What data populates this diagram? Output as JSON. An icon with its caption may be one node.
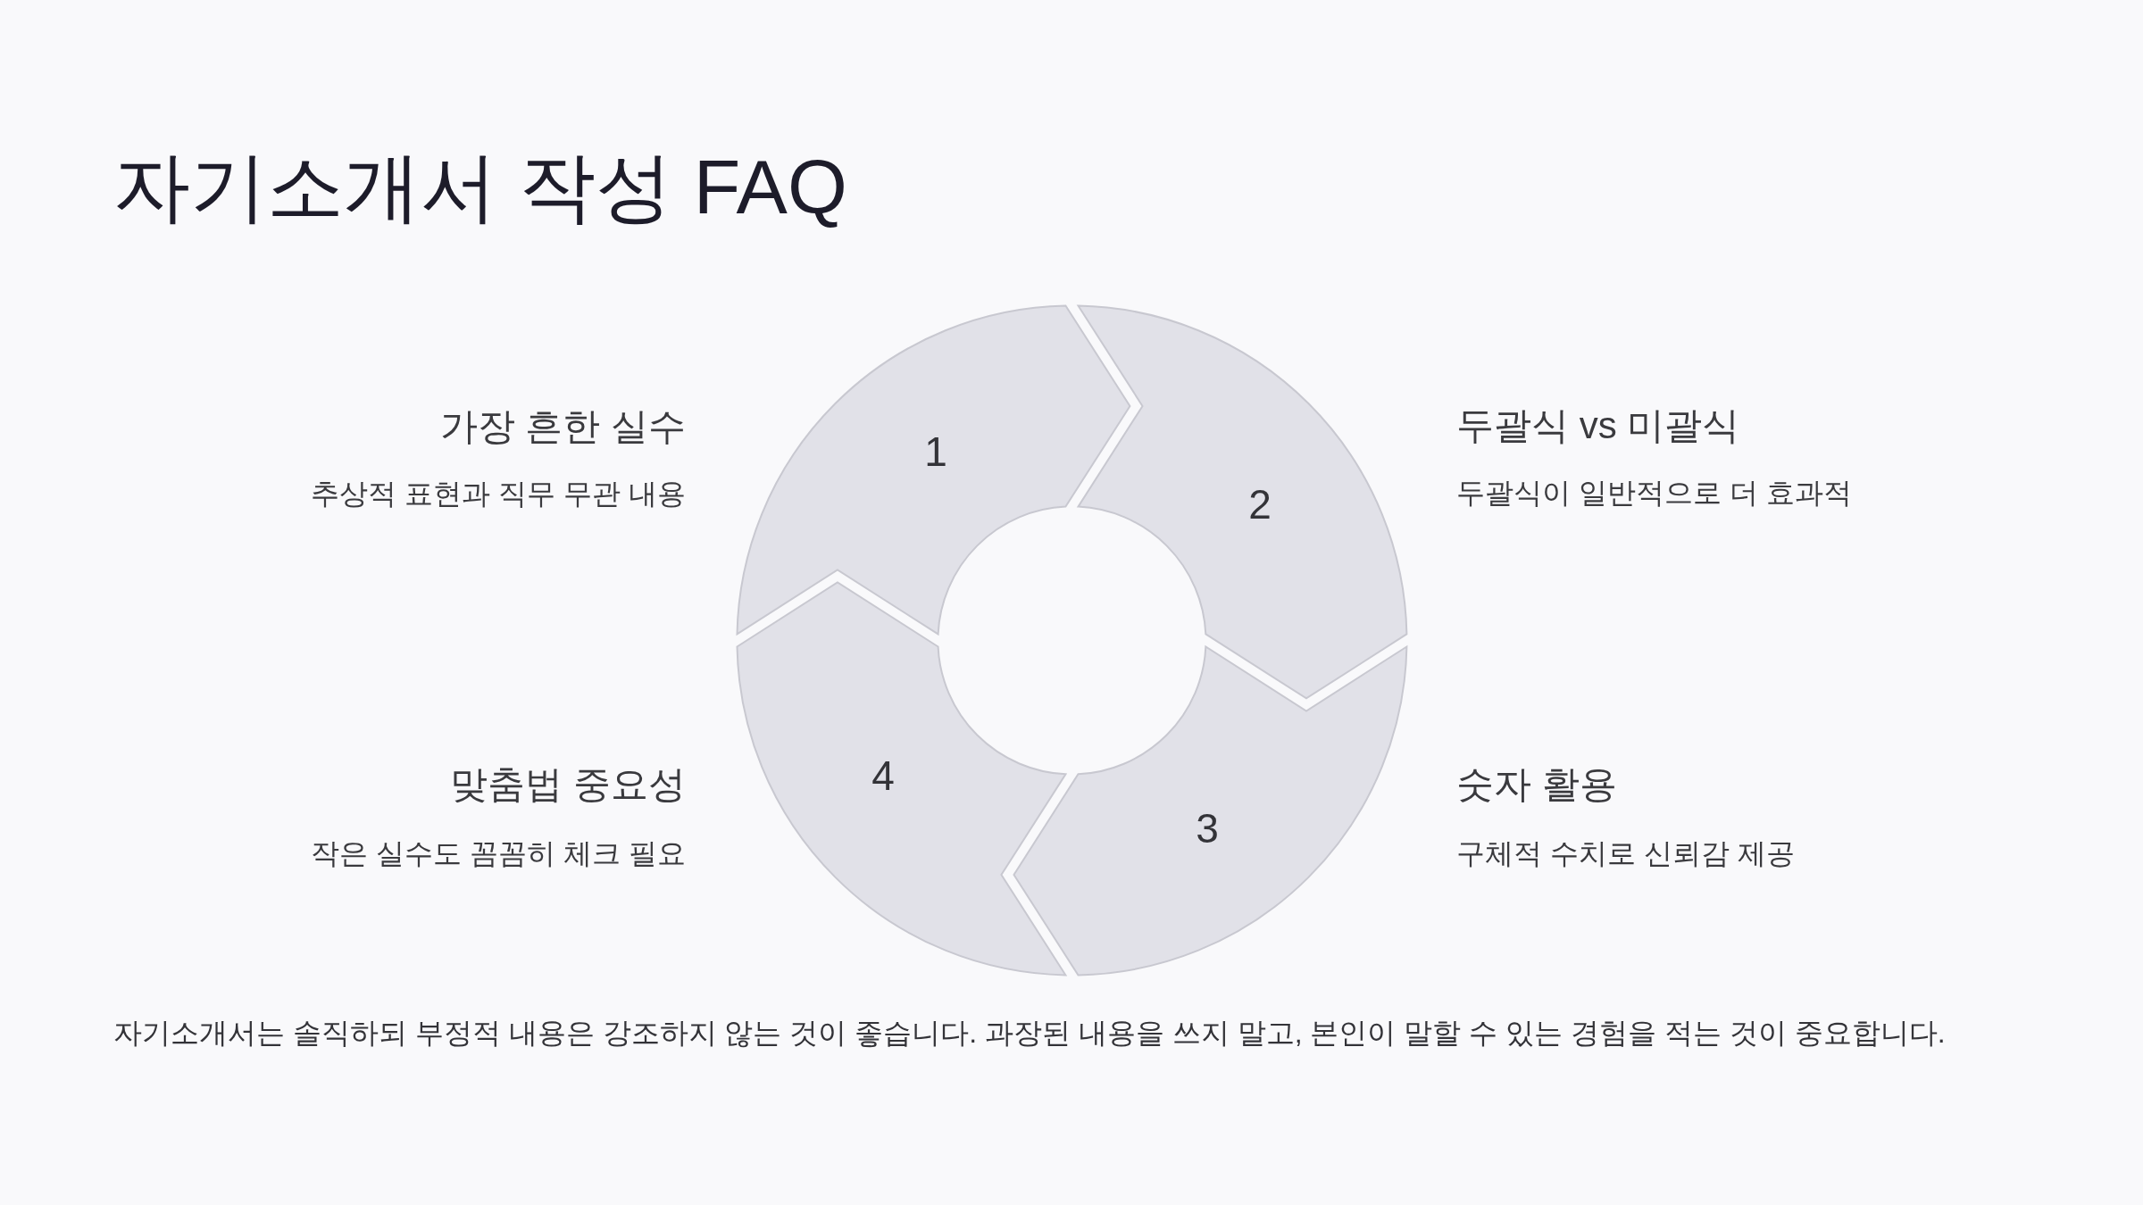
{
  "diagram": {
    "title": "자기소개서 작성 FAQ",
    "nodes": [
      {
        "text": [
          "1"
        ],
        "beside": [
          "가장 흔한 실수",
          "추상적 표현과 직무 무관 내용"
        ]
      },
      {
        "text": [
          "2"
        ],
        "beside": [
          "두괄식 vs 미괄식",
          "두괄식이 일반적으로 더 효과적"
        ]
      },
      {
        "text": [
          "3"
        ],
        "beside": [
          "숫자 활용",
          "구체적 수치로 신뢰감 제공"
        ]
      },
      {
        "text": [
          "4"
        ],
        "beside": [
          "맞춤법 중요성",
          "작은 실수도 꼼꼼히 체크 필요"
        ]
      }
    ],
    "caption": "자기소개서는 솔직하되 부정적 내용은 강조하지 않는 것이 좋습니다. 과장된 내용을 쓰지 말고, 본인이 말할 수 있는 경험을 적는 것이 중요합니다."
  }
}
